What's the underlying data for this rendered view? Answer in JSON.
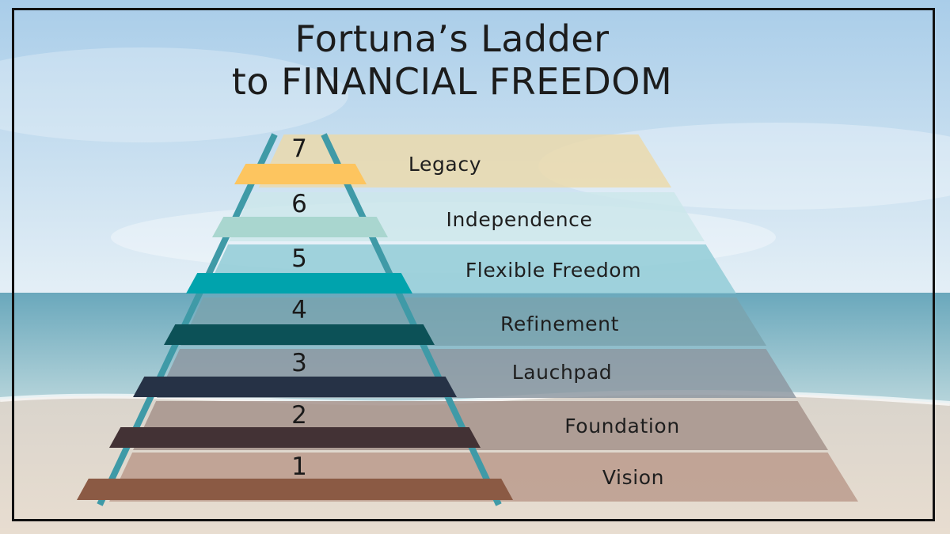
{
  "title": {
    "line1": "Fortuna’s Ladder",
    "line2": "to FINANCIAL FREEDOM"
  },
  "background": {
    "sky_top": "#a9cde9",
    "sky_horizon": "#e4eff6",
    "sea_far": "#6aa8bc",
    "sea_near": "#bcd8dd",
    "sand": "#e8ddd0"
  },
  "steps": [
    {
      "number": "1",
      "label": "Vision",
      "rung_color": "#8b5a44",
      "band_color": "#b9998a"
    },
    {
      "number": "2",
      "label": "Foundation",
      "rung_color": "#433235",
      "band_color": "#a49089"
    },
    {
      "number": "3",
      "label": "Lauchpad",
      "rung_color": "#263246",
      "band_color": "#8c96a0"
    },
    {
      "number": "4",
      "label": "Refinement",
      "rung_color": "#0c5157",
      "band_color": "#7aa2ad"
    },
    {
      "number": "5",
      "label": "Flexible Freedom",
      "rung_color": "#00a3ad",
      "band_color": "#8fcbd6"
    },
    {
      "number": "6",
      "label": "Independence",
      "rung_color": "#a9d6cf",
      "band_color": "#cce7ea"
    },
    {
      "number": "7",
      "label": "Legacy",
      "rung_color": "#fdc55f",
      "band_color": "#ecd9a9"
    }
  ],
  "rail_color": "#3f9aa7"
}
